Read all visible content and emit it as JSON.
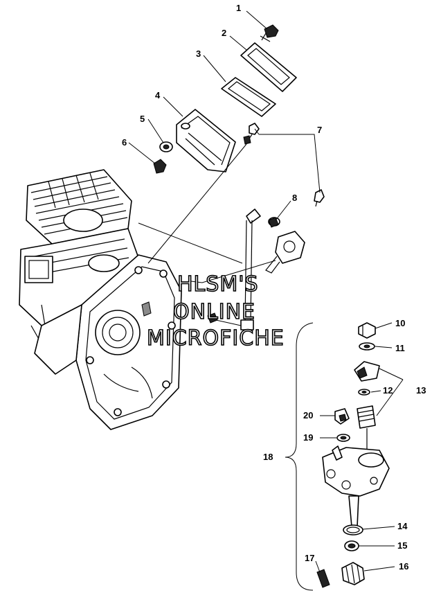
{
  "callouts": {
    "c1": "1",
    "c2": "2",
    "c3": "3",
    "c4": "4",
    "c5": "5",
    "c6": "6",
    "c7": "7",
    "c8": "8",
    "c10": "10",
    "c11": "11",
    "c12": "12",
    "c13": "13",
    "c14": "14",
    "c15": "15",
    "c16": "16",
    "c17": "17",
    "c18": "18",
    "c19": "19",
    "c20": "20"
  },
  "watermark": {
    "line1": "HLSM'S",
    "line2": "ONLINE",
    "line3": "MICROFICHE"
  }
}
